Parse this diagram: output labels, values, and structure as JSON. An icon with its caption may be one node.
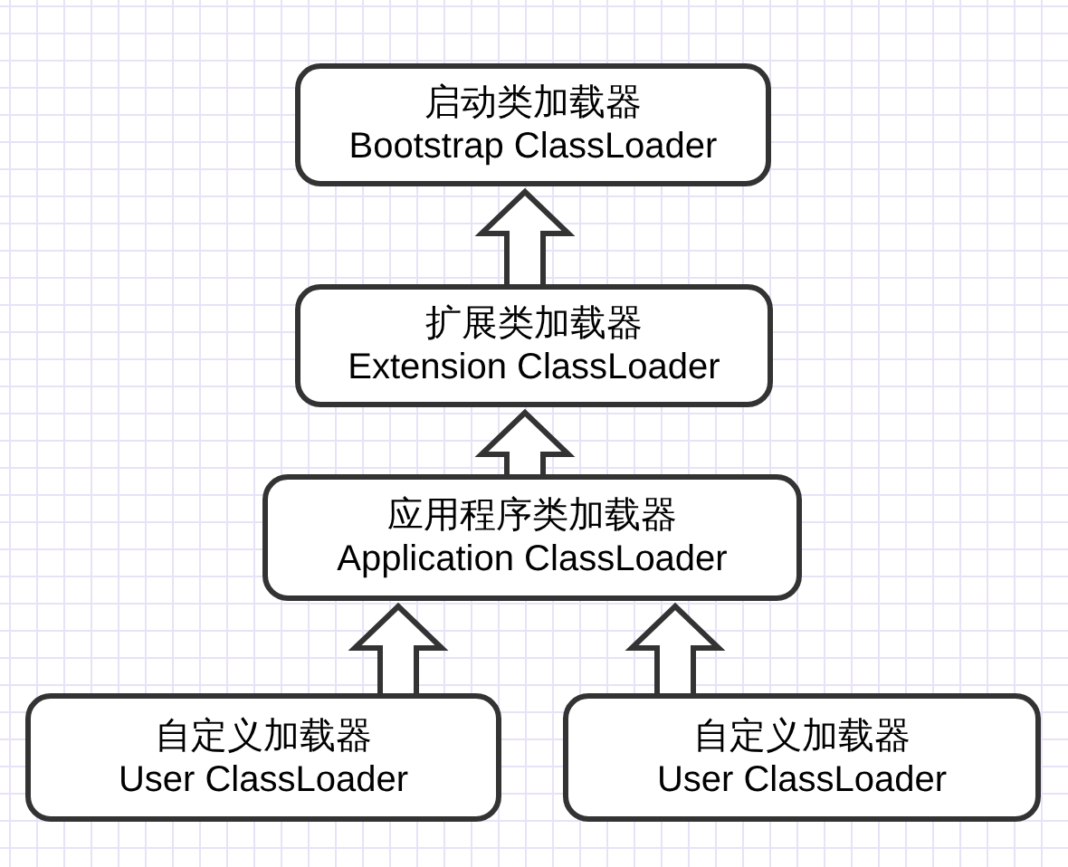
{
  "diagram": {
    "nodes": [
      {
        "text": [
          "启动类加载器",
          "Bootstrap ClassLoader"
        ]
      },
      {
        "text": [
          "扩展类加载器",
          "Extension ClassLoader"
        ]
      },
      {
        "text": [
          "应用程序类加载器",
          "Application ClassLoader"
        ]
      },
      {
        "text": [
          "自定义加载器",
          "User ClassLoader"
        ]
      },
      {
        "text": [
          "自定义加载器",
          "User ClassLoader"
        ]
      }
    ],
    "edges": [
      {
        "from": 1,
        "to": 0,
        "arrow": "to"
      },
      {
        "from": 2,
        "to": 1,
        "arrow": "to"
      },
      {
        "from": 3,
        "to": 2,
        "arrow": "to"
      },
      {
        "from": 4,
        "to": 2,
        "arrow": "to"
      }
    ]
  }
}
